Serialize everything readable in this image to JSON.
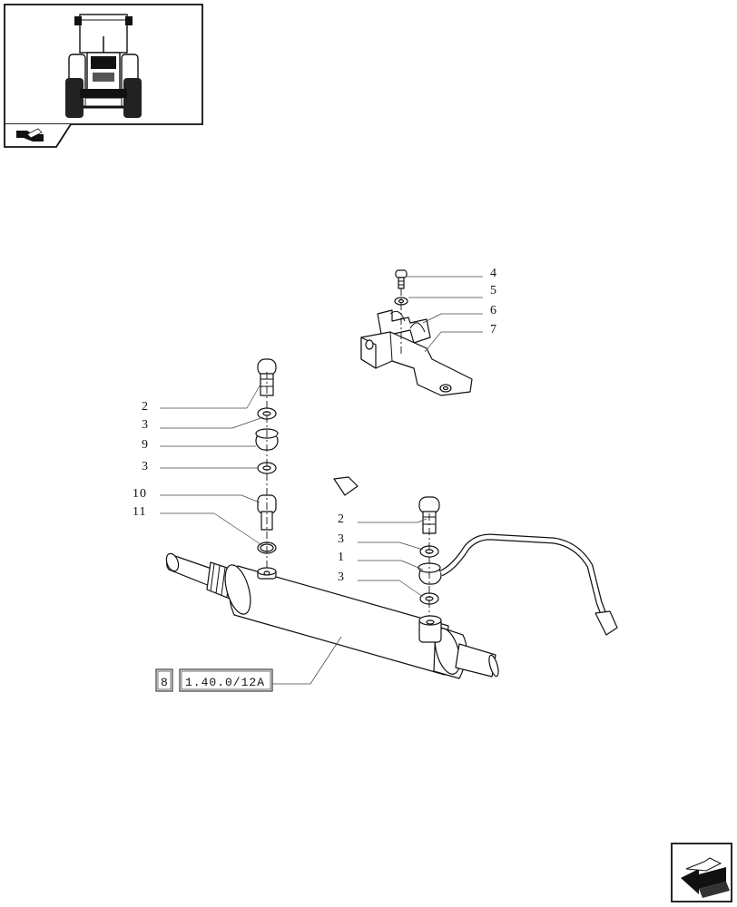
{
  "thumbnail": {
    "icon": "tractor-front-view-icon",
    "nav_icon": "section-pointer-icon"
  },
  "callouts": {
    "right_bracket": [
      "4",
      "5",
      "6",
      "7"
    ],
    "left_union": [
      "2",
      "3",
      "9",
      "3",
      "10",
      "11"
    ],
    "right_union": [
      "2",
      "3",
      "1",
      "3"
    ]
  },
  "reference": {
    "section": "8",
    "code": "1.40.0/12A"
  },
  "nav": {
    "next_icon": "next-page-arrow-icon"
  }
}
